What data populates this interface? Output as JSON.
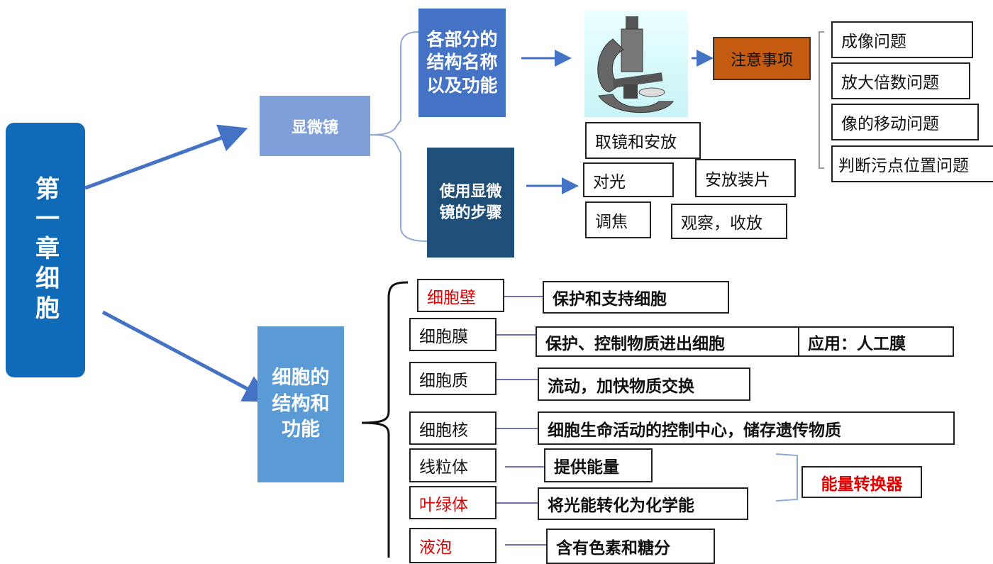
{
  "chapter": "第一章细胞",
  "microscope": {
    "title": "显微镜",
    "parts": "各部分的结构名称以及功能",
    "steps": "使用显微镜的步骤",
    "notes": "注意事项",
    "note_items": [
      "成像问题",
      "放大倍数问题",
      "像的移动问题",
      "判断污点位置问题"
    ],
    "step_items": [
      "取镜和安放",
      "对光",
      "安放装片",
      "调焦",
      "观察，收放"
    ]
  },
  "cell": {
    "title": "细胞的结构和功能",
    "parts": [
      {
        "name": "细胞壁",
        "desc": "保护和支持细胞",
        "highlight": true
      },
      {
        "name": "细胞膜",
        "desc": "保护、控制物质进出细胞",
        "extra": "应用：人工膜",
        "highlight": false
      },
      {
        "name": "细胞质",
        "desc": "流动，加快物质交换",
        "highlight": false
      },
      {
        "name": "细胞核",
        "desc": "细胞生命活动的控制中心，储存遗传物质",
        "highlight": false
      },
      {
        "name": "线粒体",
        "desc": "提供能量",
        "highlight": false
      },
      {
        "name": "叶绿体",
        "desc": "将光能转化为化学能",
        "highlight": true
      },
      {
        "name": "液泡",
        "desc": "含有色素和糖分",
        "highlight": true
      }
    ],
    "energy_converter": "能量转换器"
  },
  "colors": {
    "chapter": "#0f6ab8",
    "microscope": "#7f9fd9",
    "parts": "#4472c4",
    "steps": "#1f4e79",
    "notes": "#c55a11",
    "highlight": "#e00000"
  }
}
